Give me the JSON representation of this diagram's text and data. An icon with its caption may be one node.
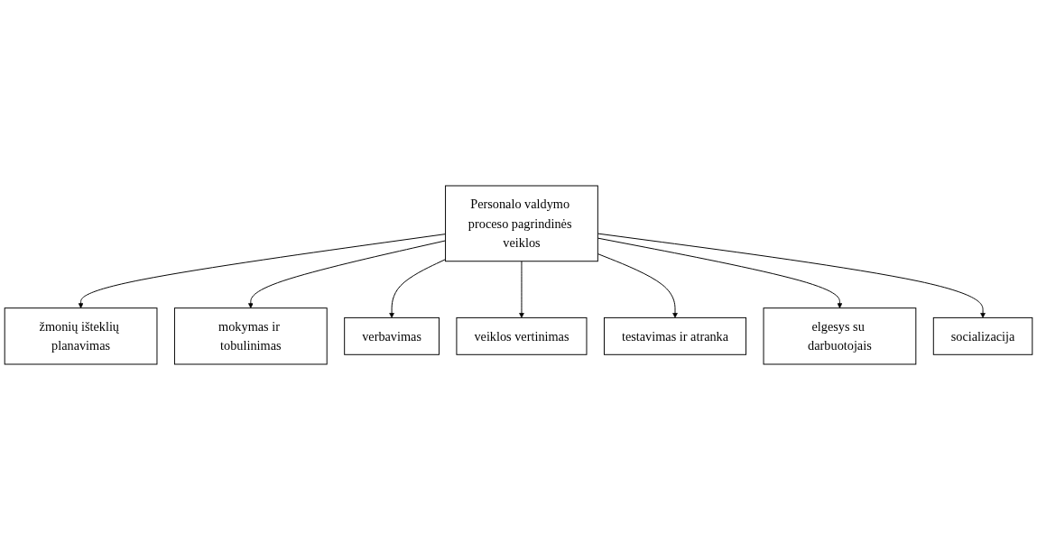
{
  "diagram": {
    "nodes": [
      {
        "text": [
          "Personalo valdymo proceso pagrindinės veiklos"
        ]
      },
      {
        "text": [
          "žmonių išteklių planavimas"
        ]
      },
      {
        "text": [
          "verbavimas"
        ]
      },
      {
        "text": [
          "testavimas ir atranka"
        ]
      },
      {
        "text": [
          "socializacija"
        ]
      },
      {
        "text": [
          "mokymas ir tobulinimas"
        ]
      },
      {
        "text": [
          "veiklos vertinimas"
        ]
      },
      {
        "text": [
          "elgesys su darbuotojais"
        ]
      }
    ],
    "edges": [
      {
        "from": 0,
        "to": 1,
        "arrow": "to"
      },
      {
        "from": 0,
        "to": 5,
        "arrow": "to"
      },
      {
        "from": 0,
        "to": 2,
        "arrow": "to"
      },
      {
        "from": 0,
        "to": 6,
        "arrow": "to"
      },
      {
        "from": 0,
        "to": 3,
        "arrow": "to"
      },
      {
        "from": 0,
        "to": 7,
        "arrow": "to"
      },
      {
        "from": 0,
        "to": 4,
        "arrow": "to"
      }
    ]
  }
}
